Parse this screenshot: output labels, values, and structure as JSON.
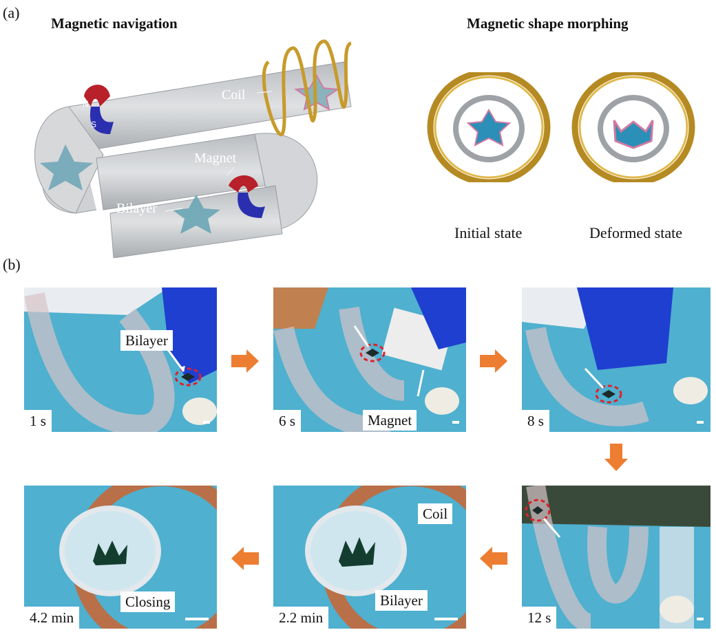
{
  "panel_a": {
    "label": "(a)",
    "nav_title": "Magnetic navigation",
    "morph_title": "Magnetic shape morphing",
    "labels": {
      "coil": "Coil",
      "magnet": "Magnet",
      "bilayer": "Bilayer"
    },
    "magnet_poles": {
      "north": "N",
      "south": "S"
    },
    "initial_state": "Initial state",
    "deformed_state": "Deformed state"
  },
  "panel_b": {
    "label": "(b)",
    "frames": [
      {
        "time": "1 s",
        "tag": "Bilayer"
      },
      {
        "time": "6 s",
        "tag": "Magnet"
      },
      {
        "time": "8 s",
        "tag": ""
      },
      {
        "time": "12 s",
        "tag": ""
      },
      {
        "time": "2.2 min",
        "tag": "Bilayer",
        "tag2": "Coil"
      },
      {
        "time": "4.2 min",
        "tag": "Closing"
      }
    ]
  },
  "colors": {
    "arrow": "#ED7D31",
    "highlight": "#E0202A",
    "coil": "#C79B2B",
    "star": "#2C8FB8"
  }
}
